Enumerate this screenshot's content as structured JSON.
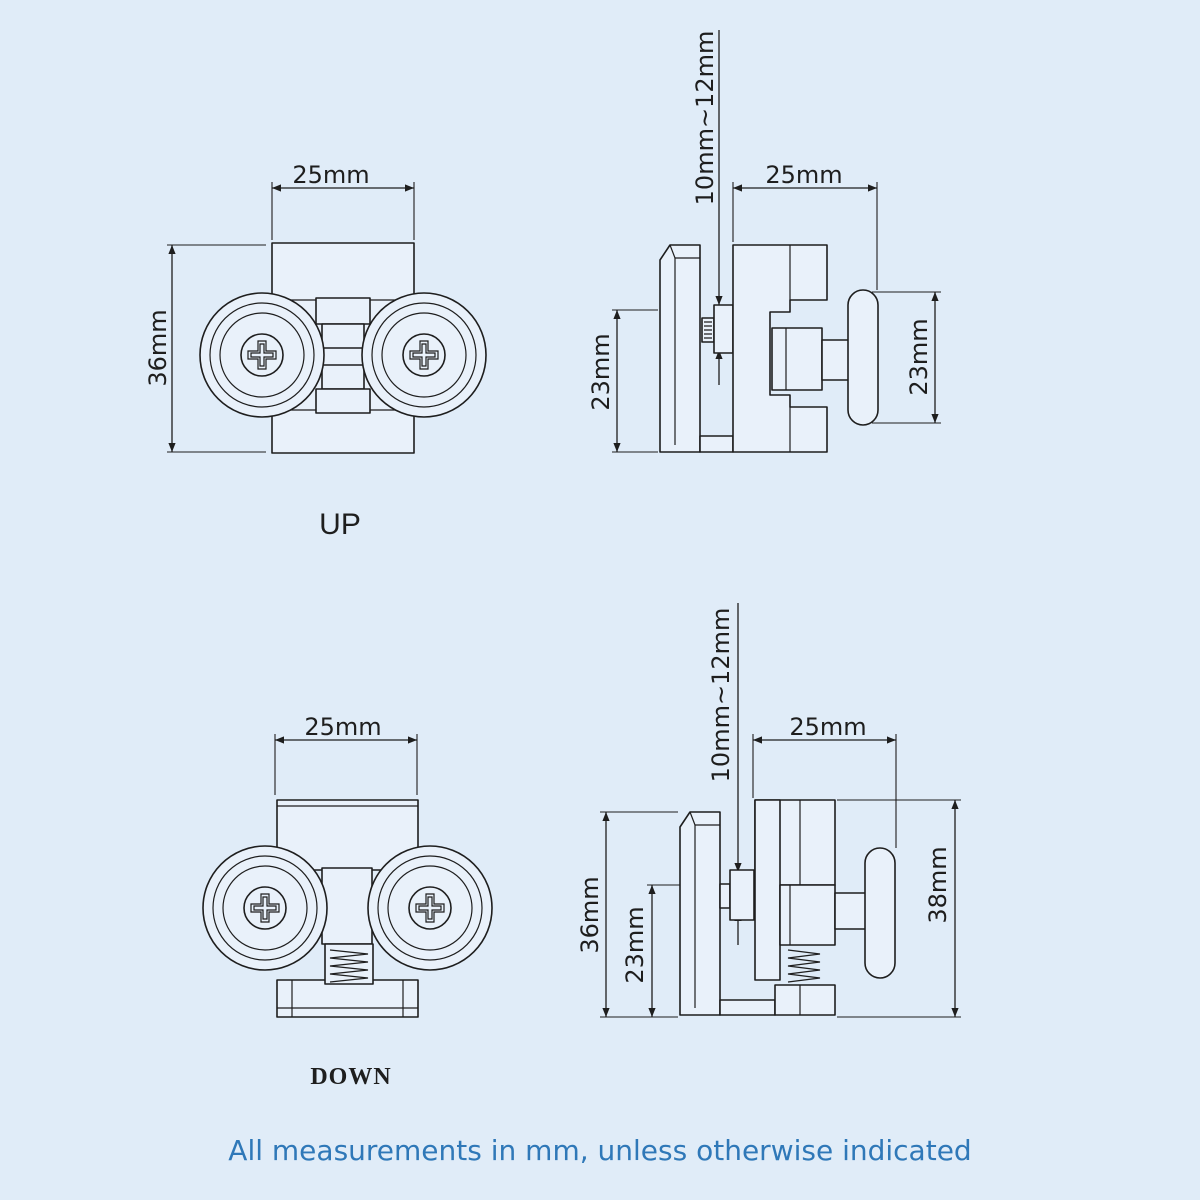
{
  "views": {
    "up_front": {
      "width_label": "25mm",
      "height_label": "36mm",
      "caption": "UP"
    },
    "up_side": {
      "adjust_label": "10mm~12mm",
      "width_label": "25mm",
      "left_height_label": "23mm",
      "right_height_label": "23mm"
    },
    "down_front": {
      "width_label": "25mm",
      "caption": "DOWN"
    },
    "down_side": {
      "adjust_label": "10mm~12mm",
      "width_label": "25mm",
      "outer_height_label": "36mm",
      "inner_height_label": "23mm",
      "overall_height_label": "38mm"
    }
  },
  "footer": "All measurements in mm, unless otherwise indicated",
  "colors": {
    "background": "#e0ecf8",
    "line": "#1e1e1e",
    "part_fill": "#e9f1fa",
    "footer_text": "#2f78b8"
  }
}
